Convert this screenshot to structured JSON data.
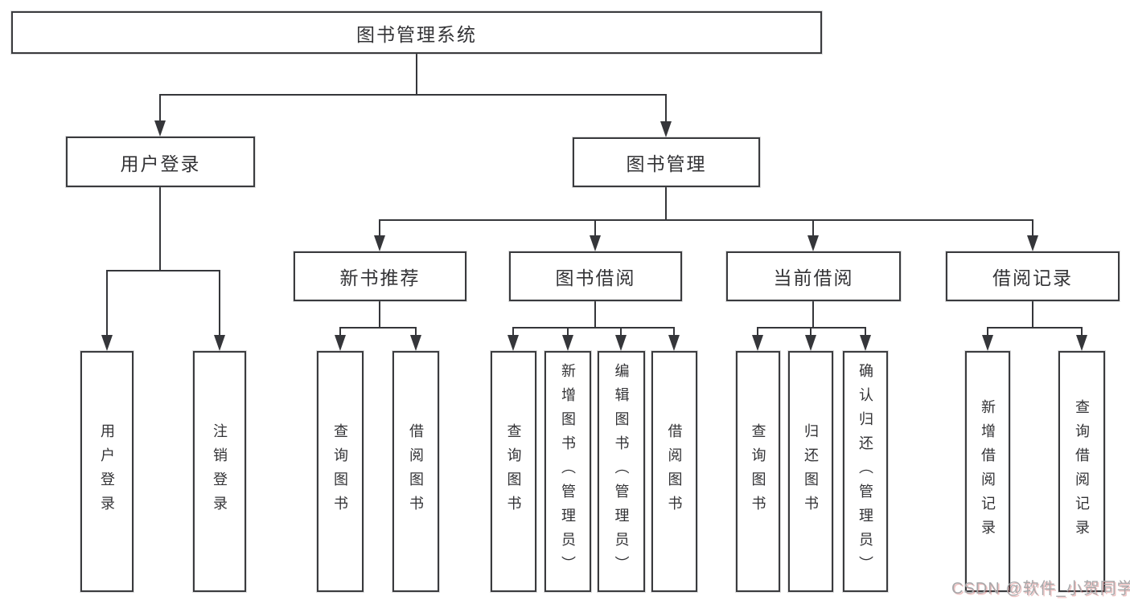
{
  "nodes": {
    "root": "图书管理系统",
    "user_login": "用户登录",
    "book_management": "图书管理",
    "new_book": "新书推荐",
    "book_borrow": "图书借阅",
    "current_borrow": "当前借阅",
    "borrow_record": "借阅记录"
  },
  "leaves": {
    "user_login": [
      "用户登录",
      "注销登录"
    ],
    "new_book": [
      "查询图书",
      "借阅图书"
    ],
    "book_borrow": [
      "查询图书",
      "新增图书（管理员）",
      "编辑图书（管理员）",
      "借阅图书"
    ],
    "current_borrow": [
      "查询图书",
      "归还图书",
      "确认归还（管理员）"
    ],
    "borrow_record": [
      "新增借阅记录",
      "查询借阅记录"
    ]
  },
  "watermark": "CSDN @软件_小贺同学",
  "colors": {
    "line": "#35363a",
    "box_border": "#3a3b3e",
    "background": "#ffffff",
    "text": "#333336",
    "watermark": "#a8a8aa"
  }
}
